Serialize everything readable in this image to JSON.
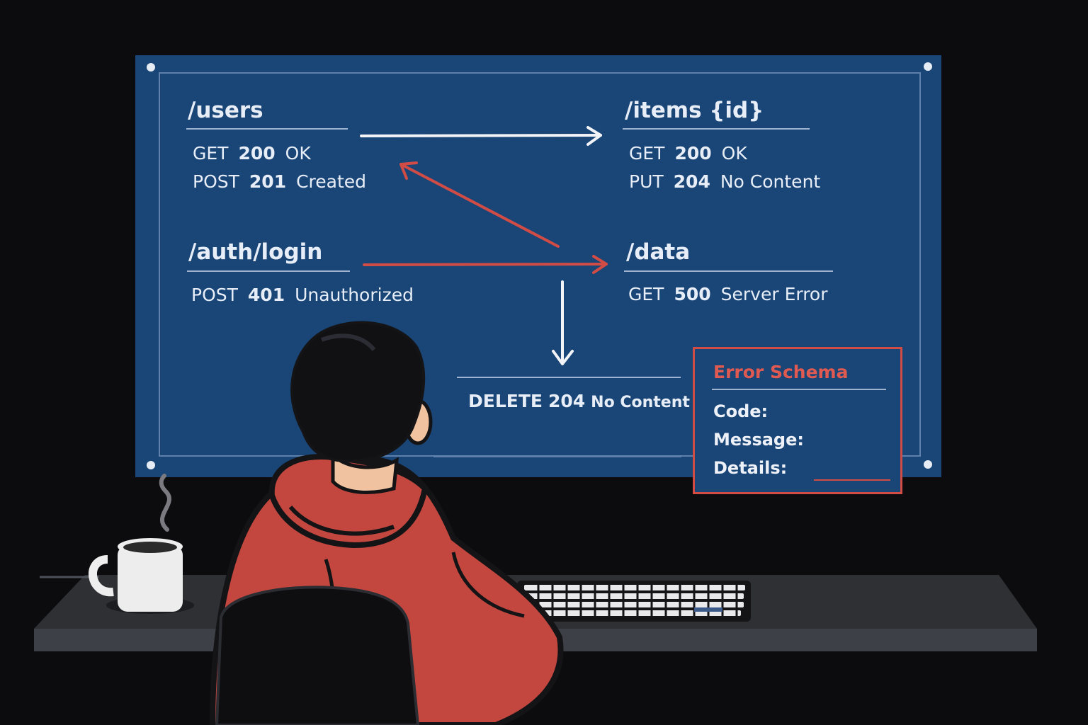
{
  "endpoints": {
    "users": {
      "path": "/users",
      "lines": [
        {
          "method": "GET",
          "code": "200",
          "status": "OK"
        },
        {
          "method": "POST",
          "code": "201",
          "status": "Created"
        }
      ]
    },
    "items": {
      "path": "/items {id}",
      "lines": [
        {
          "method": "GET",
          "code": "200",
          "status": "OK"
        },
        {
          "method": "PUT",
          "code": "204",
          "status": "No Content"
        }
      ]
    },
    "auth": {
      "path": "/auth/login",
      "lines": [
        {
          "method": "POST",
          "code": "401",
          "status": "Unauthorized"
        }
      ]
    },
    "data": {
      "path": "/data",
      "lines": [
        {
          "method": "GET",
          "code": "500",
          "status": "Server Error"
        }
      ]
    },
    "delete": {
      "method": "DELETE",
      "code": "204",
      "status": "No Content"
    }
  },
  "error_schema": {
    "title": "Error Schema",
    "fields": [
      "Code:",
      "Message:",
      "Details:"
    ]
  },
  "colors": {
    "board": "#1a4577",
    "accent_red": "#d24c46",
    "arrow_white": "#f2f4f8",
    "hoodie": "#c4473f",
    "background": "#0c0c0e"
  }
}
